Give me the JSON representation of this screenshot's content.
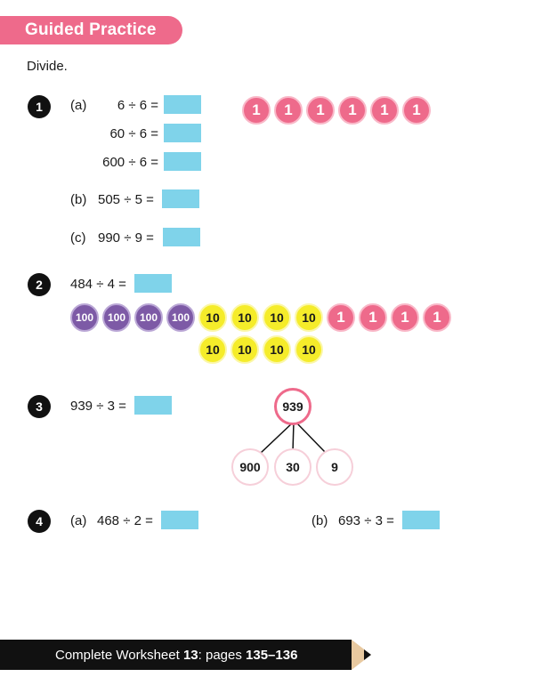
{
  "header": {
    "title": "Guided Practice"
  },
  "instruction": "Divide.",
  "q1": {
    "number": "1",
    "part_a_label": "(a)",
    "a1": "6 ÷ 6 =",
    "a2": "60 ÷ 6 =",
    "a3": "600 ÷ 6 =",
    "part_b_label": "(b)",
    "b": "505 ÷ 5 =",
    "part_c_label": "(c)",
    "c": "990 ÷ 9 =",
    "counters": [
      "1",
      "1",
      "1",
      "1",
      "1",
      "1"
    ]
  },
  "q2": {
    "number": "2",
    "equation": "484 ÷ 4 =",
    "hundreds": [
      "100",
      "100",
      "100",
      "100"
    ],
    "tens_row1": [
      "10",
      "10",
      "10",
      "10"
    ],
    "ones": [
      "1",
      "1",
      "1",
      "1"
    ],
    "tens_row2": [
      "10",
      "10",
      "10",
      "10"
    ]
  },
  "q3": {
    "number": "3",
    "equation": "939 ÷ 3 =",
    "bond": {
      "whole": "939",
      "parts": [
        "900",
        "30",
        "9"
      ]
    }
  },
  "q4": {
    "number": "4",
    "part_a_label": "(a)",
    "a": "468 ÷ 2 =",
    "part_b_label": "(b)",
    "b": "693 ÷ 3 ="
  },
  "footer": {
    "prefix": "Complete Worksheet ",
    "worksheet": "13",
    "middle": ": pages ",
    "pages": "135–136"
  },
  "colors": {
    "pink": "#ee6a8b",
    "answer_box": "#7fd3ea",
    "ten_counter": "#f5ec2a",
    "hundred_counter": "#7d5aa6"
  }
}
